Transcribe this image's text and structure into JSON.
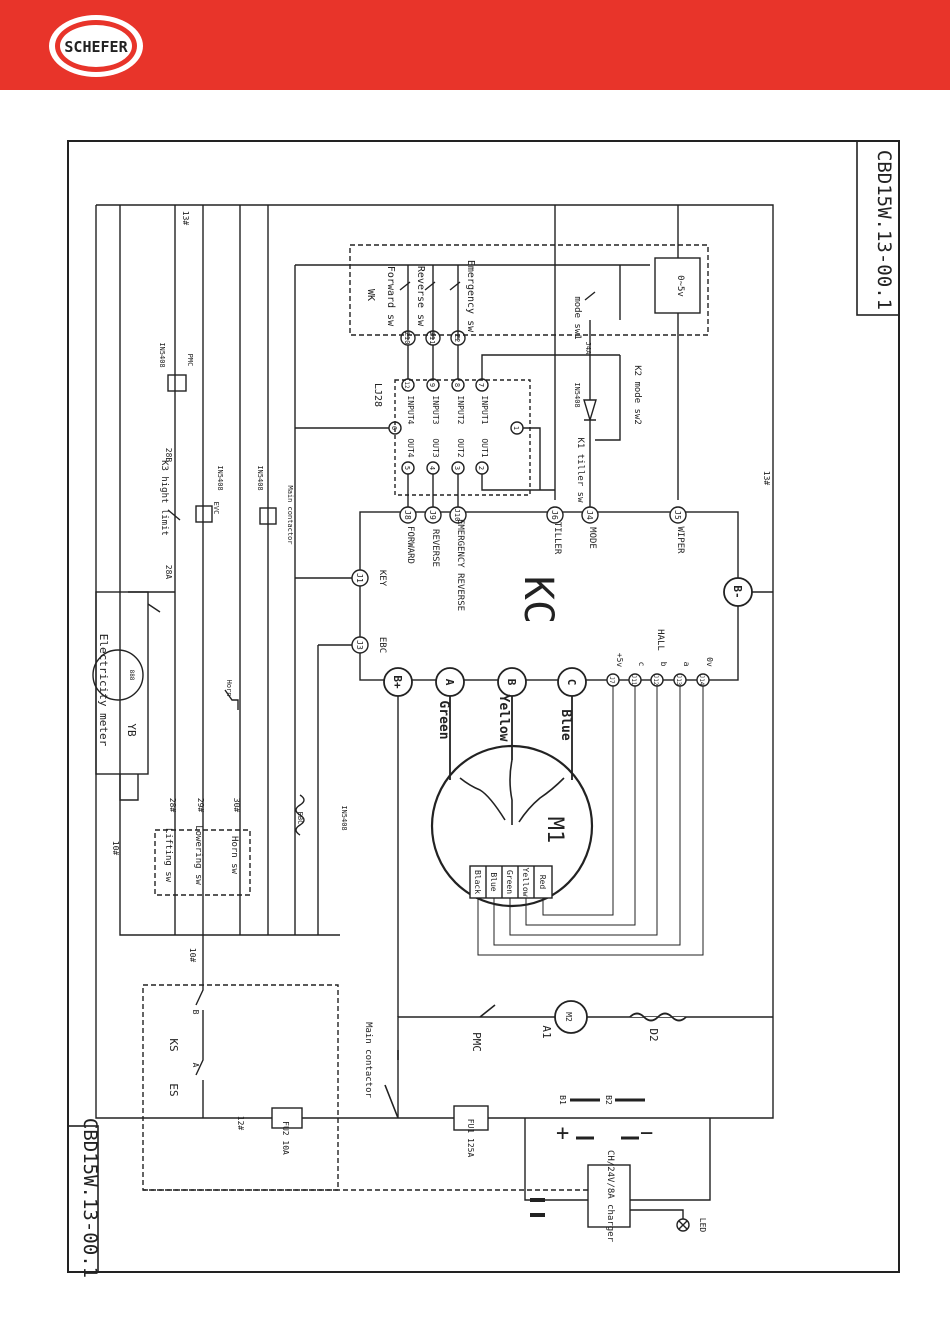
{
  "header": {
    "brand": "SCHEFER",
    "color": "#e8342a"
  },
  "drawing_number": "CBD15W.13-00.1",
  "drawing_number_rotated": "CBD15W.13-00.1",
  "controller": {
    "name": "KC",
    "terminals": {
      "j8": "J8",
      "j9": "J9",
      "j10": "J10",
      "j6": "J6",
      "j4": "J4",
      "j5": "J5",
      "j1": "J1",
      "j3": "J3",
      "j7": "J7",
      "j11": "J11",
      "j12": "J12",
      "j13": "J13",
      "j14": "J14"
    },
    "labels": {
      "forward": "FORWARD",
      "reverse": "REVERSE",
      "emergency_reverse": "EMERGENCY REVERSE",
      "tiller": "TILLER",
      "mode": "MODE",
      "wiper": "WIPER",
      "key": "KEY",
      "ebc": "EBC",
      "plus5v": "+5v",
      "c": "c",
      "b": "b",
      "a": "a",
      "zero_v": "0v",
      "hall": "HALL"
    },
    "power": {
      "b_plus": "B+",
      "b_minus": "B-",
      "a": "A",
      "b": "B",
      "c": "C"
    }
  },
  "motor": {
    "name": "M1",
    "phase_wires": {
      "green": "Green",
      "yellow": "Yellow",
      "blue": "Blue"
    },
    "hall_wires": [
      "Black",
      "Blue",
      "Green",
      "Yellow",
      "Red"
    ]
  },
  "lj": {
    "name": "LJ28",
    "pins": [
      "5",
      "4",
      "3",
      "2",
      "6",
      "1",
      "12",
      "9",
      "8",
      "7"
    ],
    "outs": [
      "OUT4",
      "OUT3",
      "OUT2",
      "OUT1"
    ],
    "inputs": [
      "INPUT4",
      "INPUT3",
      "INPUT2",
      "INPUT1"
    ]
  },
  "wk": {
    "name": "WK",
    "switches": [
      "Forward sw",
      "Reverse sw",
      "Emergency sw"
    ],
    "pins": [
      "Z10",
      "Z11",
      "Z2"
    ],
    "regulator": "0~5v"
  },
  "mode": {
    "sw1": "mode sw1",
    "sw2": "K2 mode sw2",
    "tiller_sw": "K1 tiller sw",
    "j4a": "J4A",
    "diode": "IN5408"
  },
  "relays": {
    "pmc": "PMC",
    "pmc_diode": "IN5408",
    "evc": "EVC",
    "evc_diode": "IN5408",
    "main_contactor": "Main contactor",
    "main_diode": "IN5408",
    "ebc": "EBC",
    "ebc_diode": "IN5408",
    "k3": "K3 hight limit",
    "w28b": "28B",
    "w28a": "28A"
  },
  "meter": {
    "name": "Electricity meter",
    "code": "YB",
    "digits": "888"
  },
  "switches": {
    "lifting": "Lifting sw",
    "lowering": "Lowering sw",
    "horn": "Horn sw",
    "horn_device": "Horn",
    "w28": "28#",
    "w29": "29#",
    "w30": "30#",
    "w10": "10#",
    "w10b": "10#",
    "w13": "13#",
    "w13b": "13#",
    "w12": "12#"
  },
  "key_switch": {
    "ks": "KS",
    "es": "ES",
    "a": "A",
    "b": "B"
  },
  "pump": {
    "pmc": "PMC",
    "a1": "A1",
    "m2": "M2",
    "d2": "D2"
  },
  "power_section": {
    "main_contactor": "Main contactor",
    "fu1": "FU1 125A",
    "fu2": "FU2 10A",
    "b1": "B1",
    "b2": "B2",
    "plus": "+",
    "minus": "−",
    "charger": "CH/24V/8A charger",
    "led": "LED"
  }
}
